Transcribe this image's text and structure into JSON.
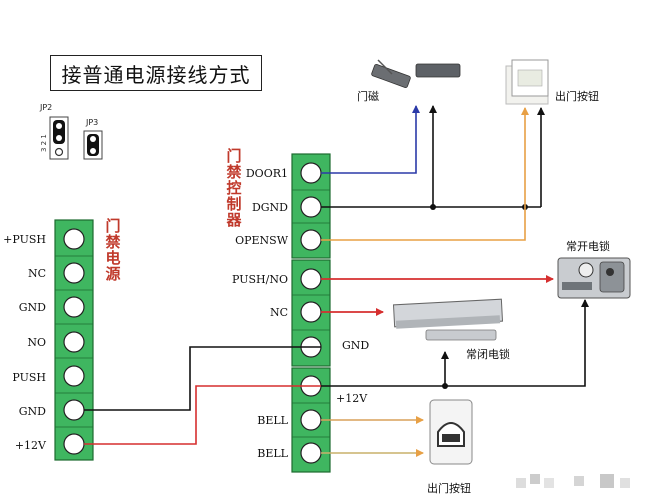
{
  "title": "接普通电源接线方式",
  "jumpers": {
    "jp2": "JP2",
    "jp3": "JP3",
    "pin_numbers": "3 2 1"
  },
  "power_supply": {
    "label_chars": [
      "门",
      "禁",
      "电",
      "源"
    ],
    "terminals": [
      "+PUSH",
      "NC",
      "GND",
      "NO",
      "PUSH",
      "GND",
      "+12V"
    ]
  },
  "controller": {
    "label_chars": [
      "门",
      "禁",
      "控",
      "制",
      "器"
    ],
    "terminals": [
      "DOOR1",
      "DGND",
      "OPENSW",
      "PUSH/NO",
      "NC",
      "GND",
      "+12V",
      "BELL",
      "BELL"
    ]
  },
  "devices": {
    "door_magnet": "门磁",
    "exit_button_top": "出门按钮",
    "normally_open_lock": "常开电锁",
    "normally_closed_lock": "常闭电锁",
    "exit_button_bottom": "出门按钮"
  },
  "colors": {
    "terminal_green": "#3fb660",
    "wire_blue": "#2b3aa8",
    "wire_black": "#111111",
    "wire_orange": "#e8a045",
    "wire_red": "#d62f2f",
    "label_red": "#c0392b"
  }
}
